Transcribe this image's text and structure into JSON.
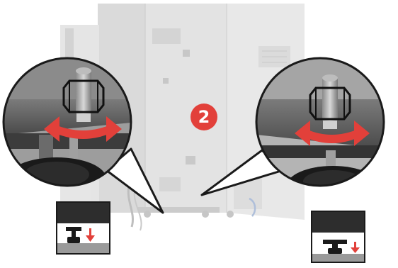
{
  "step": {
    "number": "2",
    "badge_color": "#e2403a"
  },
  "colors": {
    "arrow_red": "#e2403a",
    "product_grey": "#dcdcdc",
    "dark_panel": "#2d2d2d",
    "foot_black": "#1a1a1a",
    "floor_grey": "#9a9a9a"
  },
  "callouts": [
    {
      "name": "left-leveling-foot-callout",
      "icon": "rotate-bidirectional-arrow-icon"
    },
    {
      "name": "right-leveling-foot-callout",
      "icon": "rotate-bidirectional-arrow-icon"
    }
  ],
  "insets": [
    {
      "name": "left-foot-contact-inset",
      "icon": "down-arrow-icon"
    },
    {
      "name": "right-foot-contact-inset",
      "icon": "down-arrow-icon"
    }
  ]
}
